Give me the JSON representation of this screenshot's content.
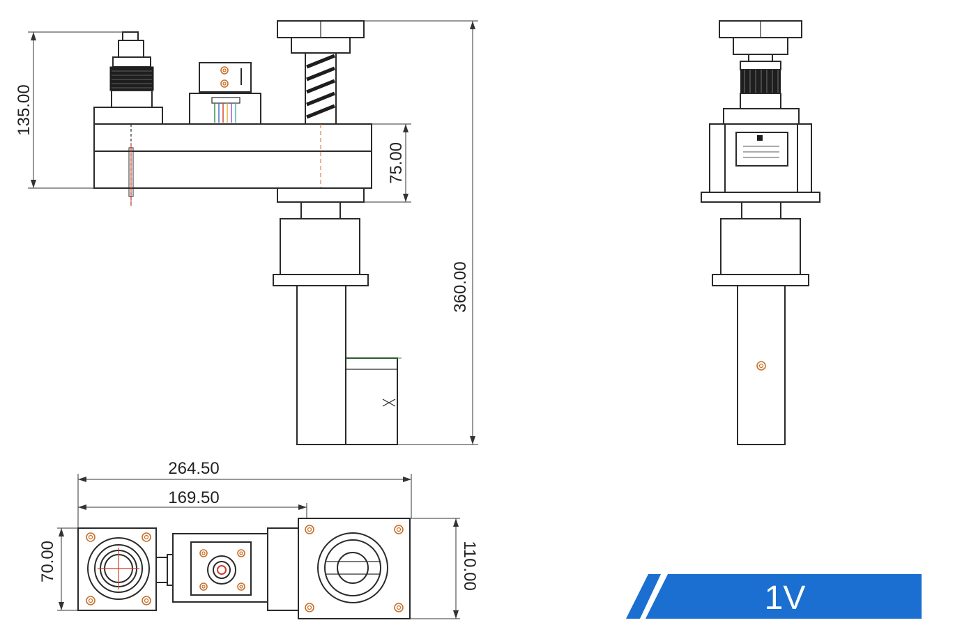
{
  "dimensions": {
    "height_total": "135.00",
    "arm_height": "75.00",
    "overall_height": "360.00",
    "length_total": "264.50",
    "length_partial": "169.50",
    "width_left": "70.00",
    "width_right": "110.00"
  },
  "badge": {
    "label": "1V",
    "color": "#1a6fd0"
  },
  "colors": {
    "bolt_accent": "#c8702a",
    "center_mark": "#d43a2a"
  }
}
